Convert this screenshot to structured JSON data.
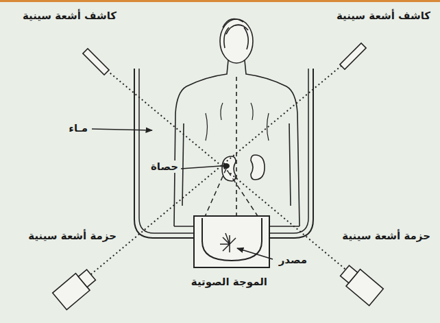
{
  "diagram": {
    "labels": [
      "كاشف أشعة سينية",
      "كاشف أشعة سينية",
      "مـاء",
      "حصاة",
      "حزمة أشعة سينية",
      "حزمة أشعة سينية",
      "مصدر",
      "الموجة الصوتية"
    ]
  }
}
